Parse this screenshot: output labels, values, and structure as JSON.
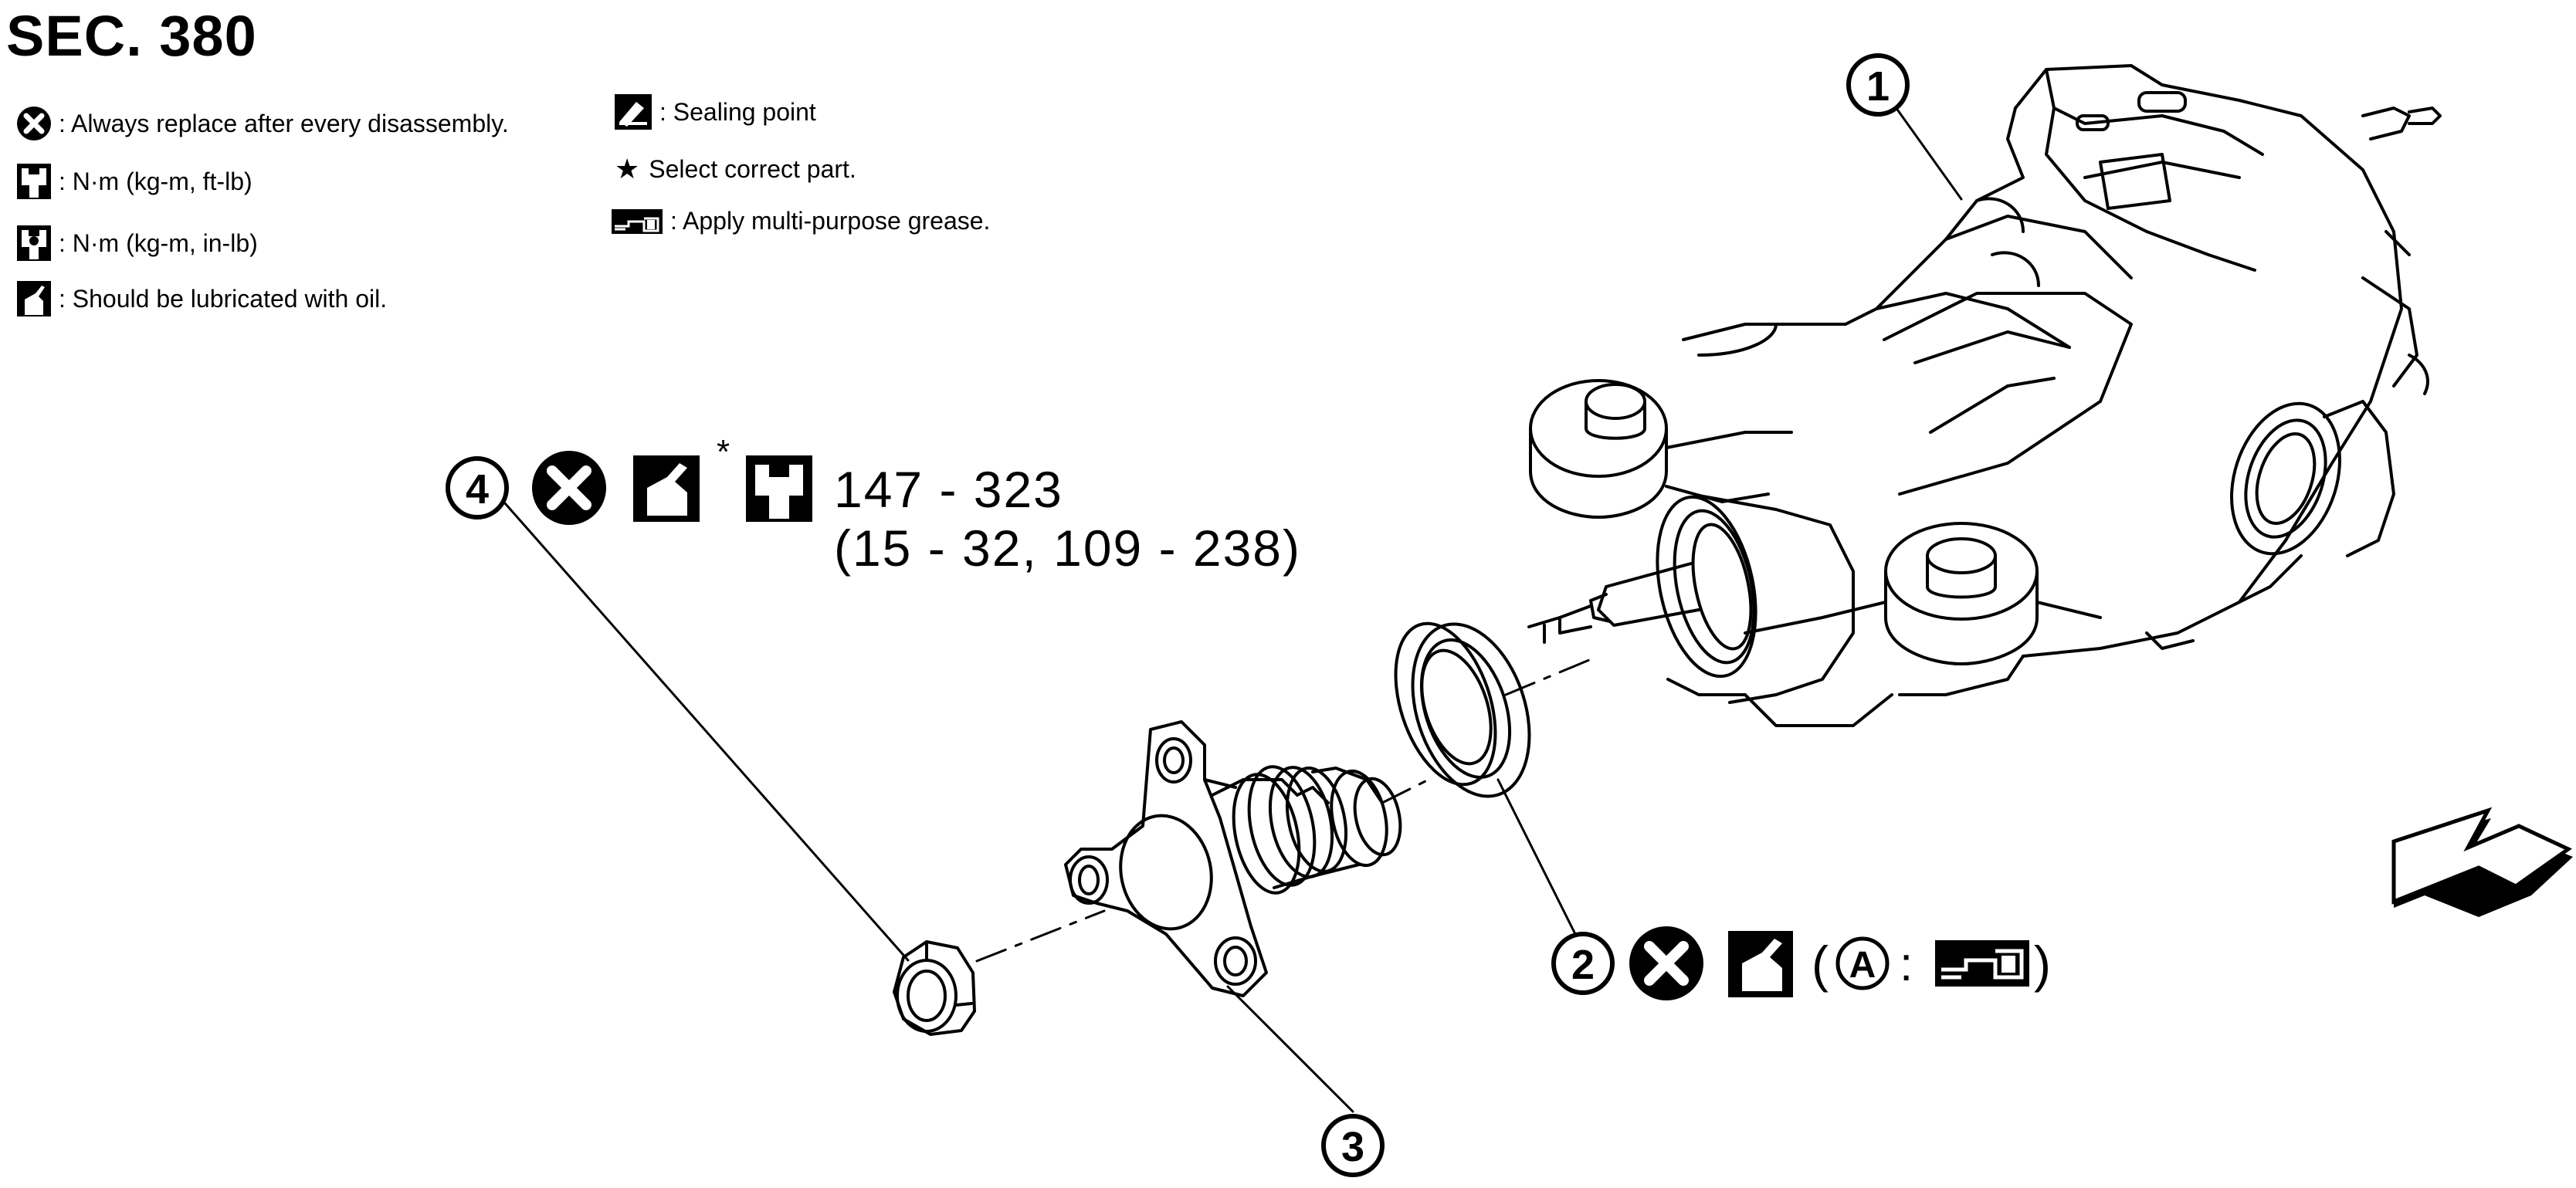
{
  "section_title": "SEC. 380",
  "legend": {
    "replace": ": Always replace after every disassembly.",
    "torque_ft": ": N·m (kg-m, ft-lb)",
    "torque_in": ": N·m (kg-m, in-lb)",
    "lube_oil": ": Should be lubricated with oil.",
    "sealing": ": Sealing point",
    "select": "Select correct part.",
    "grease": ": Apply multi-purpose grease."
  },
  "callouts": {
    "part1": "1",
    "part2": "2",
    "part3": "3",
    "part4": "4",
    "asterisk": "*",
    "torque_line1": "147 - 323",
    "torque_line2": "(15 - 32, 109 - 238)",
    "grease_ref_open": "(",
    "grease_ref_letter": "A",
    "grease_ref_colon": ":",
    "grease_ref_close": ")"
  },
  "icons": [
    "replace-x-icon",
    "torque-wrench-icon",
    "torque-wrench-small-icon",
    "oil-can-icon",
    "sealing-point-icon",
    "star-icon",
    "grease-gun-icon",
    "front-direction-arrow-icon"
  ]
}
